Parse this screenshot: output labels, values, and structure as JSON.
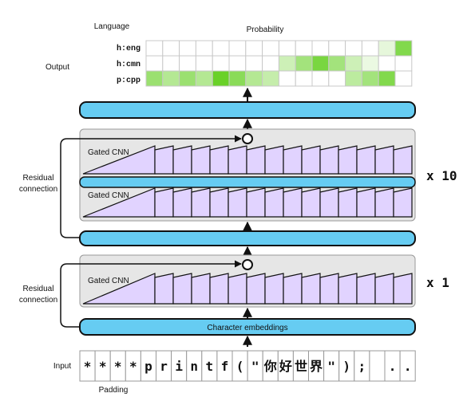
{
  "labels": {
    "language": "Language",
    "probability": "Probability",
    "output": "Output",
    "residual_connection_1": "Residual",
    "residual_connection_2": "connection",
    "gated_cnn": "Gated CNN",
    "x10": "x 10",
    "x1": "x 1",
    "character_embeddings": "Character embeddings",
    "input": "Input",
    "padding": "Padding"
  },
  "languages": [
    "h:eng",
    "h:cmn",
    "p:cpp"
  ],
  "probability_grid": [
    [
      0,
      0,
      0,
      0,
      0,
      0,
      0,
      0,
      0,
      0,
      0,
      0,
      0,
      0,
      0.15,
      0.75
    ],
    [
      0,
      0,
      0,
      0,
      0,
      0,
      0,
      0,
      0.3,
      0.55,
      0.8,
      0.55,
      0.3,
      0.12,
      0,
      0
    ],
    [
      0.6,
      0.45,
      0.6,
      0.45,
      0.9,
      0.7,
      0.45,
      0.35,
      0,
      0,
      0,
      0,
      0.4,
      0.55,
      0.75,
      0
    ]
  ],
  "input_chars": [
    "*",
    "*",
    "*",
    "*",
    "p",
    "r",
    "i",
    "n",
    "t",
    "f",
    "(",
    "\"",
    "你",
    "好",
    "世",
    "界",
    "\"",
    ")",
    ";",
    "",
    ".",
    "."
  ],
  "colors": {
    "cyan": "#66ccf2",
    "purple": "#e1d3ff",
    "gray_panel": "#e6e6e6",
    "green_max": "#58cc10"
  }
}
